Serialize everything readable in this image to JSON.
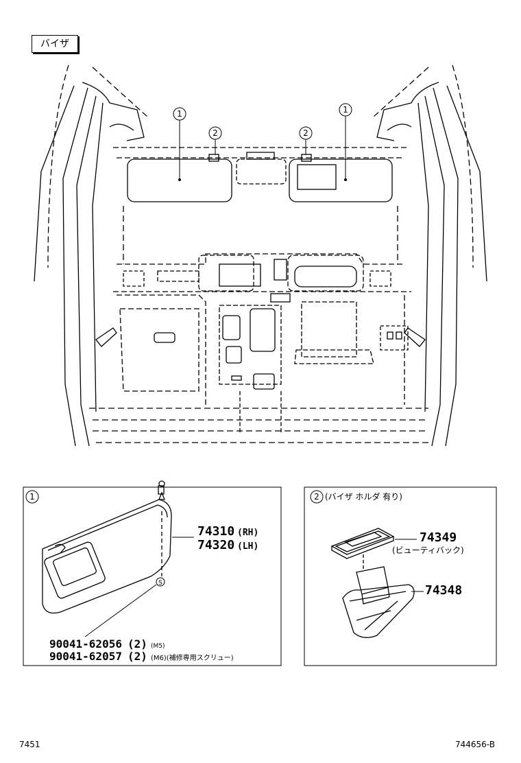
{
  "section_tag": "バイザ",
  "callouts": {
    "visor": "1",
    "holder": "2"
  },
  "panel1": {
    "parts": [
      {
        "number": "74310",
        "note": "(RH)"
      },
      {
        "number": "74320",
        "note": "(LH)"
      }
    ],
    "screws": [
      {
        "number": "90041-62056",
        "qty": "(2)",
        "note": "(M5)"
      },
      {
        "number": "90041-62057",
        "qty": "(2)",
        "note": "(M6)(補修専用スクリュー)"
      }
    ],
    "screw_symbol": "S"
  },
  "panel2": {
    "title": "(バイザ ホルダ 有り)",
    "parts": [
      {
        "number": "74349",
        "note": "(ビューティバック)"
      },
      {
        "number": "74348",
        "note": ""
      }
    ]
  },
  "footer": {
    "group_code": "7451",
    "illustration_code": "744656-B"
  }
}
